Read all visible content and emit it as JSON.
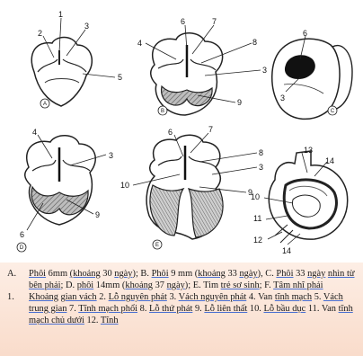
{
  "panels": [
    {
      "id": "A",
      "circle_label": "A",
      "labels": [
        "1",
        "2",
        "3",
        "5"
      ]
    },
    {
      "id": "B",
      "circle_label": "B",
      "labels": [
        "6",
        "7",
        "4",
        "8",
        "3",
        "9"
      ]
    },
    {
      "id": "C",
      "circle_label": "C",
      "labels": [
        "6",
        "3"
      ]
    },
    {
      "id": "D",
      "circle_label": "D",
      "labels": [
        "4",
        "3",
        "6",
        "9"
      ]
    },
    {
      "id": "E",
      "circle_label": "E",
      "labels": [
        "6",
        "7",
        "8",
        "10",
        "3",
        "9"
      ]
    },
    {
      "id": "F",
      "circle_label": "",
      "labels": [
        "13",
        "14",
        "10",
        "11",
        "12",
        "14"
      ]
    }
  ],
  "caption": {
    "a_marker": "A.",
    "a_segments": [
      {
        "t": "Phôi",
        "u": true
      },
      {
        "t": " 6mm ",
        "u": false
      },
      {
        "t": "(khoảng",
        "u": true
      },
      {
        "t": " 30 ",
        "u": false
      },
      {
        "t": "ngày",
        "u": true
      },
      {
        "t": "); B. ",
        "u": false
      },
      {
        "t": "Phôi",
        "u": true
      },
      {
        "t": " 9 mm (",
        "u": false
      },
      {
        "t": "khoảng",
        "u": true
      },
      {
        "t": " 33 ",
        "u": false
      },
      {
        "t": "ngày",
        "u": true
      },
      {
        "t": "), C. ",
        "u": false
      },
      {
        "t": "Phôi",
        "u": true
      },
      {
        "t": " 33 ",
        "u": false
      },
      {
        "t": "ngày",
        "u": true
      },
      {
        "t": " ",
        "u": false
      },
      {
        "t": "nhìn từ bên phải",
        "u": true
      },
      {
        "t": "; D. ",
        "u": false
      },
      {
        "t": "phôi",
        "u": true
      },
      {
        "t": " 14mm (",
        "u": false
      },
      {
        "t": "khoảng",
        "u": true
      },
      {
        "t": " 37 ",
        "u": false
      },
      {
        "t": "ngày",
        "u": true
      },
      {
        "t": "); E. ",
        "u": false
      },
      {
        "t": "Tim",
        "u": false
      },
      {
        "t": " ",
        "u": false
      },
      {
        "t": "trẻ sơ sinh",
        "u": true
      },
      {
        "t": "; F. ",
        "u": false
      },
      {
        "t": "Tâm nhĩ phải",
        "u": true
      }
    ],
    "n_marker": "1.",
    "n_segments": [
      {
        "t": "Khoảng",
        "u": true
      },
      {
        "t": " ",
        "u": false
      },
      {
        "t": "gian vách",
        "u": true
      },
      {
        "t": " 2. ",
        "u": false
      },
      {
        "t": "Lỗ nguyên phát",
        "u": true
      },
      {
        "t": " 3. ",
        "u": false
      },
      {
        "t": "Vách nguyên phát",
        "u": true
      },
      {
        "t": " 4. Van ",
        "u": false
      },
      {
        "t": "tĩnh mạch",
        "u": true
      },
      {
        "t": " 5. ",
        "u": false
      },
      {
        "t": "Vách trung gian",
        "u": true
      },
      {
        "t": " 7. ",
        "u": false
      },
      {
        "t": "Tĩnh mạch phổi",
        "u": true
      },
      {
        "t": " 8. ",
        "u": false
      },
      {
        "t": "Lỗ thứ phát",
        "u": true
      },
      {
        "t": " 9. ",
        "u": false
      },
      {
        "t": "Lỗ liên thất",
        "u": true
      },
      {
        "t": " 10. ",
        "u": false
      },
      {
        "t": "Lỗ bầu dục",
        "u": true
      },
      {
        "t": " 11. Van ",
        "u": false
      },
      {
        "t": "tĩnh mạch chủ dưới",
        "u": true
      },
      {
        "t": " 12. ",
        "u": false
      },
      {
        "t": "Tĩnh",
        "u": true
      }
    ]
  }
}
